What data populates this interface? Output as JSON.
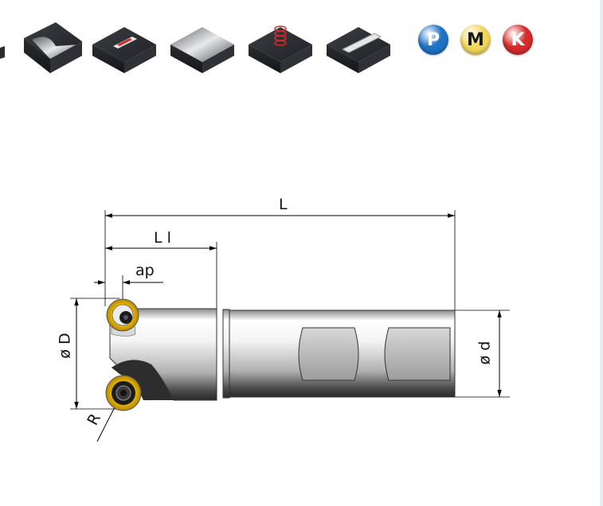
{
  "icons": [
    {
      "name": "partial-block-icon"
    },
    {
      "name": "channel-block-icon"
    },
    {
      "name": "slot-block-icon"
    },
    {
      "name": "face-block-icon"
    },
    {
      "name": "helical-block-icon"
    },
    {
      "name": "pocket-block-icon"
    }
  ],
  "materials": [
    {
      "label": "P",
      "color": "#1e73c6",
      "text_color": "#ffffff"
    },
    {
      "label": "M",
      "color": "#f2d55b",
      "text_color": "#1a1a1a"
    },
    {
      "label": "K",
      "color": "#d52b2b",
      "text_color": "#ffffff"
    }
  ],
  "dimensions": {
    "overall_length": "L",
    "head_length": "L l",
    "depth": "ap",
    "cutter_diameter": "ø D",
    "shank_diameter": "ø d",
    "radius": "R"
  }
}
